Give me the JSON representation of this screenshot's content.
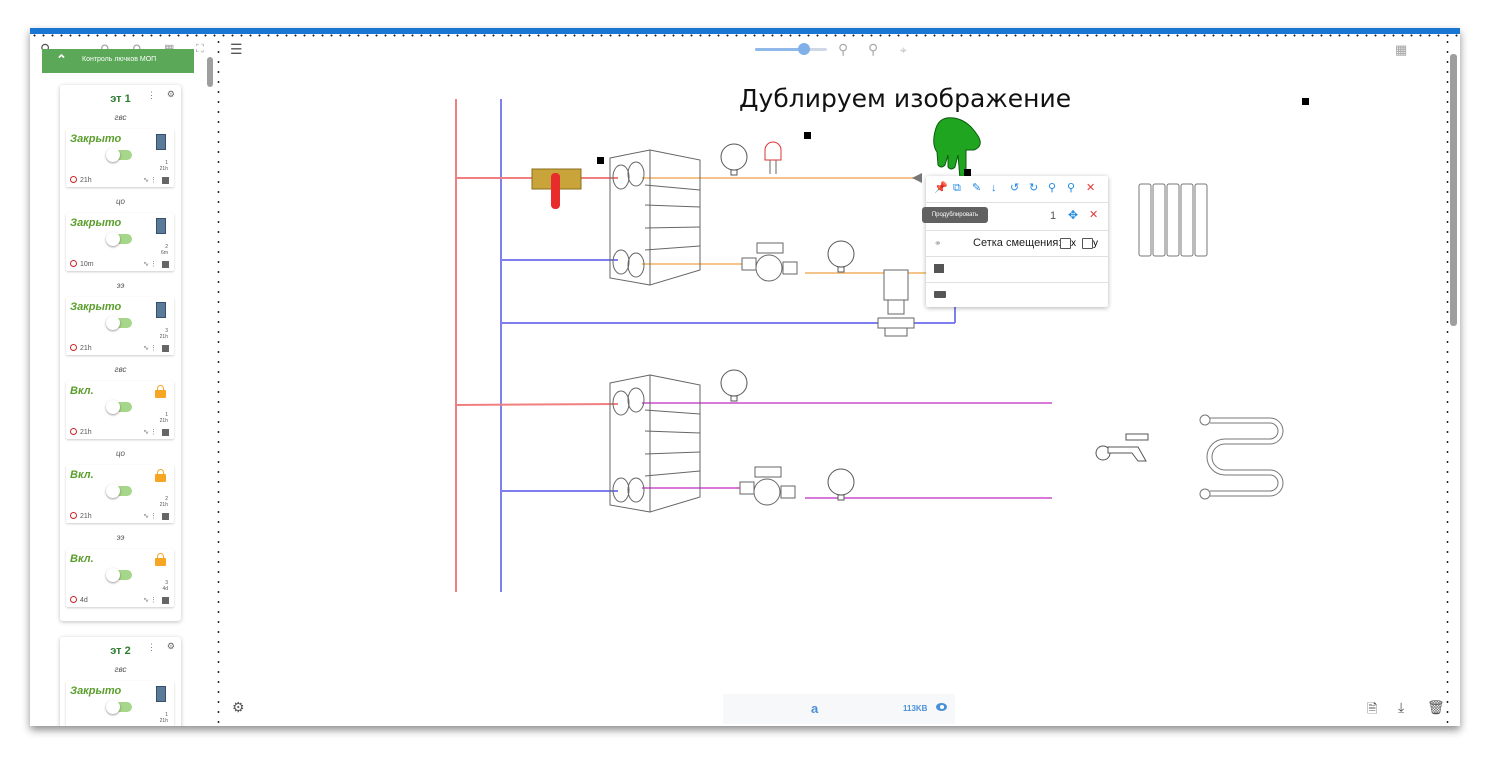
{
  "left_panel": {
    "header_title": "Контроль лючков МОП",
    "groups": [
      {
        "title": "эт 1",
        "cards": [
          {
            "category": "гвс",
            "status": "Закрыто",
            "icon": "door-icon",
            "count": "1",
            "count_age": "21h",
            "alarm_age": "21h"
          },
          {
            "category": "цо",
            "status": "Закрыто",
            "icon": "door-icon",
            "count": "2",
            "count_age": "6m",
            "alarm_age": "10m"
          },
          {
            "category": "ээ",
            "status": "Закрыто",
            "icon": "door-icon",
            "count": "3",
            "count_age": "21h",
            "alarm_age": "21h"
          },
          {
            "category": "гвс",
            "status": "Вкл.",
            "icon": "lock-icon",
            "count": "1",
            "count_age": "21h",
            "alarm_age": "21h"
          },
          {
            "category": "цо",
            "status": "Вкл.",
            "icon": "lock-icon",
            "count": "2",
            "count_age": "21h",
            "alarm_age": "21h"
          },
          {
            "category": "ээ",
            "status": "Вкл.",
            "icon": "lock-icon",
            "count": "3",
            "count_age": "4d",
            "alarm_age": "4d"
          }
        ]
      },
      {
        "title": "эт 2",
        "cards": [
          {
            "category": "гвс",
            "status": "Закрыто",
            "icon": "door-icon",
            "count": "1",
            "count_age": "21h",
            "alarm_age": ""
          }
        ]
      }
    ]
  },
  "canvas": {
    "headline": "Дублируем изображение",
    "zoom_slider": {
      "value_fraction": 0.68
    },
    "bottom_bar": {
      "name": "a",
      "size": "113KB"
    }
  },
  "popup": {
    "toolbar_icons": [
      "pin-icon",
      "duplicate-icon",
      "edit-icon",
      "arrow-down-icon",
      "rotate-left-icon",
      "rotate-right-icon",
      "zoom-out-icon",
      "zoom-in-icon",
      "close-icon"
    ],
    "tooltip": "Продублировать",
    "layer_number": "1",
    "grid_label": "Сетка смещения:",
    "grid_x": "x",
    "grid_y": "y"
  },
  "colors": {
    "brand_green": "#5aa858",
    "accent_blue": "#1976d2",
    "hot_line": "#f08080",
    "cold_line": "#7f7ff0",
    "orange_line": "#f5c48a",
    "magenta_line": "#d77ad7"
  }
}
